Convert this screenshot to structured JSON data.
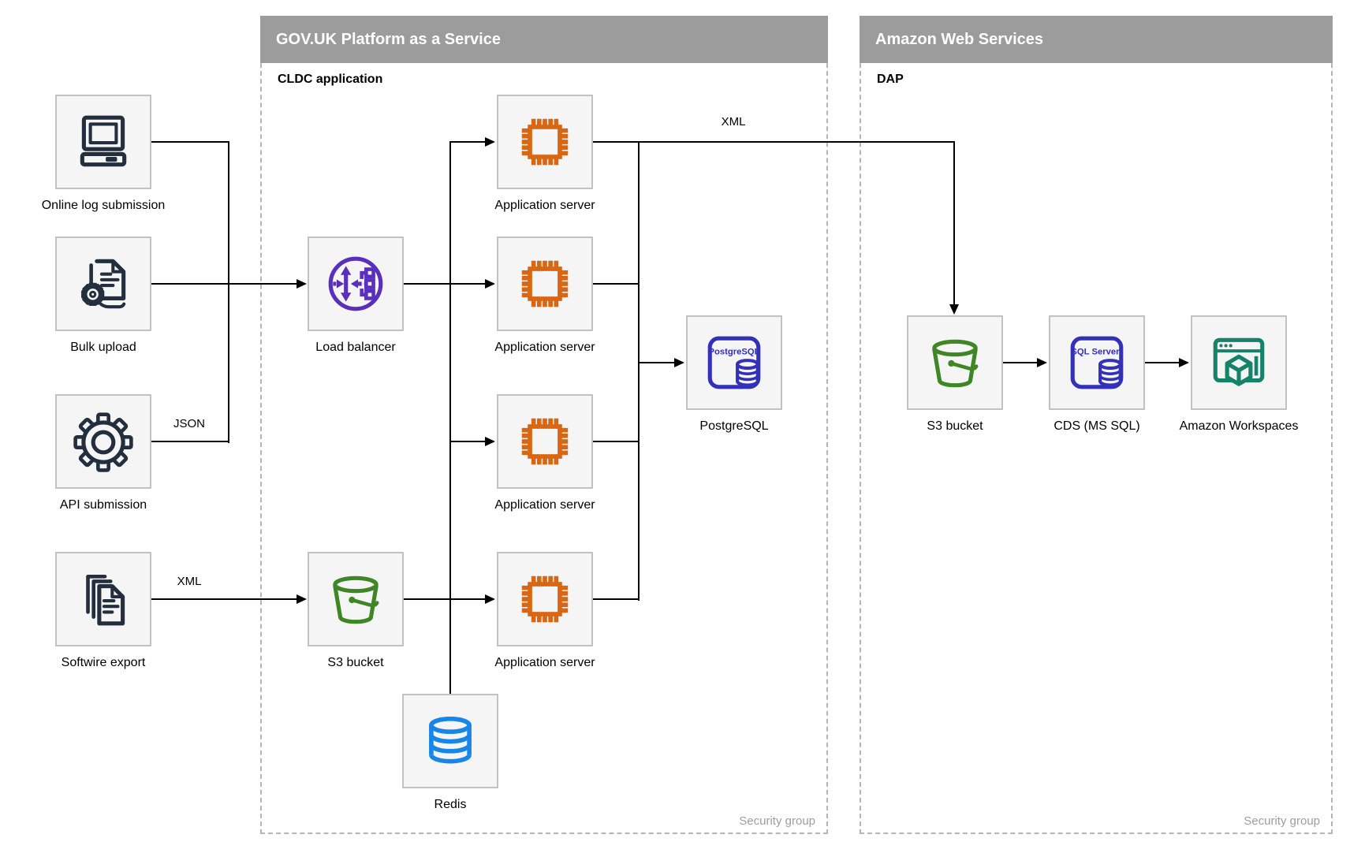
{
  "diagram": {
    "containers": {
      "paas": {
        "title": "GOV.UK Platform as a Service",
        "sublabel": "CLDC application",
        "footer": "Security group"
      },
      "aws": {
        "title": "Amazon Web Services",
        "sublabel": "DAP",
        "footer": "Security group"
      }
    },
    "nodes": {
      "online_log": {
        "label": "Online log submission",
        "icon": "desktop-computer-icon"
      },
      "bulk_upload": {
        "label": "Bulk upload",
        "icon": "document-gear-icon"
      },
      "api_submission": {
        "label": "API submission",
        "icon": "gear-icon"
      },
      "softwire_export": {
        "label": "Softwire export",
        "icon": "documents-stack-icon"
      },
      "load_balancer": {
        "label": "Load balancer",
        "icon": "load-balancer-icon"
      },
      "app_server_1": {
        "label": "Application server",
        "icon": "chip-icon"
      },
      "app_server_2": {
        "label": "Application server",
        "icon": "chip-icon"
      },
      "app_server_3": {
        "label": "Application server",
        "icon": "chip-icon"
      },
      "app_server_4": {
        "label": "Application server",
        "icon": "chip-icon"
      },
      "postgresql": {
        "label": "PostgreSQL",
        "icon": "postgresql-database-icon",
        "icon_text": "PostgreSQL"
      },
      "s3_paas": {
        "label": "S3 bucket",
        "icon": "s3-bucket-icon"
      },
      "redis": {
        "label": "Redis",
        "icon": "redis-database-icon"
      },
      "s3_aws": {
        "label": "S3 bucket",
        "icon": "s3-bucket-icon"
      },
      "cds": {
        "label": "CDS (MS SQL)",
        "icon": "sql-server-database-icon",
        "icon_text": "SQL Server"
      },
      "workspaces": {
        "label": "Amazon Workspaces",
        "icon": "workspaces-icon"
      }
    },
    "edge_labels": {
      "json_api": "JSON",
      "xml_softwire": "XML",
      "xml_app_to_dap": "XML"
    },
    "colors": {
      "navy": "#232F3E",
      "orange": "#D86613",
      "purple": "#5A2FBE",
      "green": "#3F8624",
      "indigo": "#3330B9",
      "blue": "#1786E8",
      "teal": "#168269",
      "header_gray": "#9C9C9C",
      "node_fill": "#F5F5F5",
      "line": "#000000",
      "muted_text": "#9E9E9E"
    }
  }
}
